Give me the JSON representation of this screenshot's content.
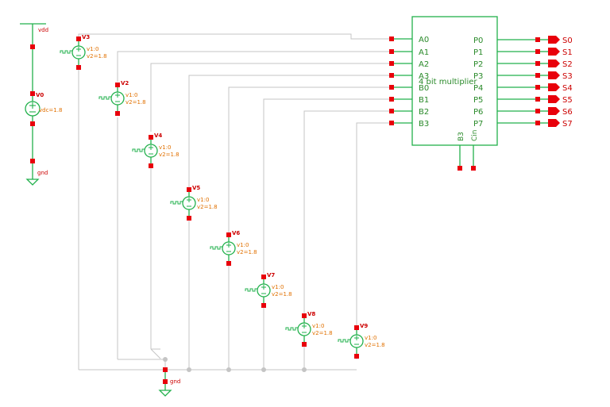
{
  "colors": {
    "wire": "#c4c4c4",
    "symbol": "#22b14c",
    "pin": "#e8000b",
    "label_red": "#cc0000",
    "label_orange": "#e07000",
    "block_text": "#2a8a2a",
    "background": "#ffffff"
  },
  "vdd_symbol": {
    "label": "vdd",
    "icon": "vdd-supply-icon"
  },
  "vdc_source": {
    "name": "V0",
    "param": "vdc=1.8",
    "icon": "dc-voltage-source-icon"
  },
  "gnd_left": {
    "label": "gnd",
    "icon": "ground-icon"
  },
  "gnd_bottom": {
    "label": "gnd",
    "icon": "ground-icon"
  },
  "pulse_sources": [
    {
      "name": "V3",
      "v1": "v1:0",
      "v2": "v2=1.8"
    },
    {
      "name": "V2",
      "v1": "v1:0",
      "v2": "v2=1.8"
    },
    {
      "name": "V4",
      "v1": "v1:0",
      "v2": "v2=1.8"
    },
    {
      "name": "V5",
      "v1": "v1:0",
      "v2": "v2=1.8"
    },
    {
      "name": "V6",
      "v1": "v1:0",
      "v2": "v2=1.8"
    },
    {
      "name": "V7",
      "v1": "v1:0",
      "v2": "v2=1.8"
    },
    {
      "name": "V8",
      "v1": "v1:0",
      "v2": "v2=1.8"
    },
    {
      "name": "V9",
      "v1": "v1:0",
      "v2": "v2=1.8"
    }
  ],
  "multiplier": {
    "title": "4 bit multiplier",
    "inputs": [
      "A0",
      "A1",
      "A2",
      "A3",
      "B0",
      "B1",
      "B2",
      "B3"
    ],
    "outputs": [
      "P0",
      "P1",
      "P2",
      "P3",
      "P4",
      "P5",
      "P6",
      "P7"
    ],
    "bottom_pins": [
      "B3",
      "Cin"
    ]
  },
  "output_terminals": [
    "S0",
    "S1",
    "S2",
    "S3",
    "S4",
    "S5",
    "S6",
    "S7"
  ]
}
